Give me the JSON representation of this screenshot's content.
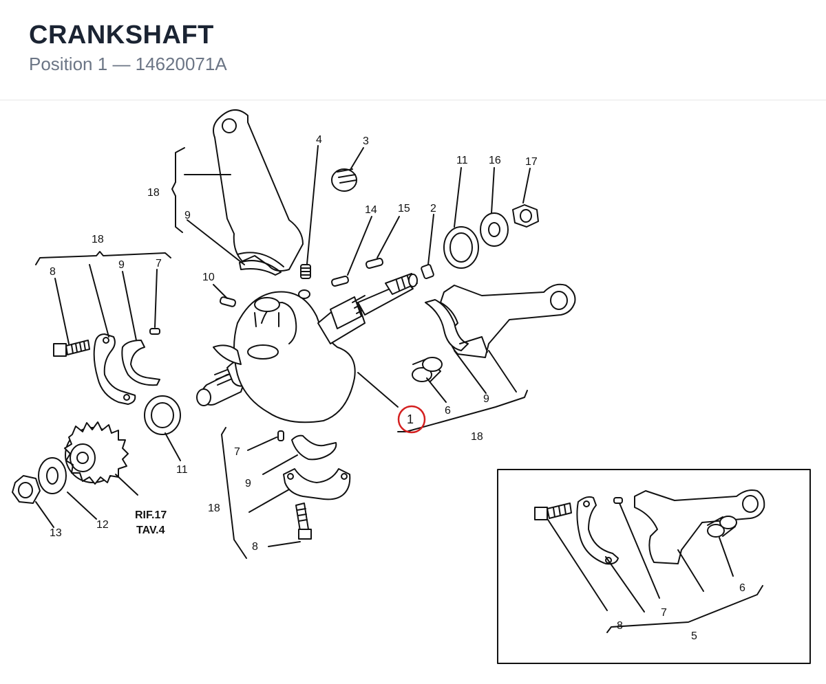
{
  "header": {
    "title": "CRANKSHAFT",
    "subtitle_prefix": "Position",
    "position": "1",
    "separator": "—",
    "part_number": "14620071A"
  },
  "diagram": {
    "highlight_color": "#d42020",
    "highlighted_callout": "1",
    "callouts": {
      "c18_top": "18",
      "c9_top": "9",
      "c4": "4",
      "c3": "3",
      "c14": "14",
      "c15": "15",
      "c2": "2",
      "c11_top": "11",
      "c16": "16",
      "c17": "17",
      "c18_left": "18",
      "c8_left": "8",
      "c9_left": "9",
      "c7_left": "7",
      "c10": "10",
      "c11_bottom": "11",
      "c13": "13",
      "c12": "12",
      "ref_line1": "RIF.17",
      "ref_line2": "TAV.4",
      "c7_mid": "7",
      "c9_mid": "9",
      "c18_mid": "18",
      "c8_mid": "8",
      "c1": "1",
      "c6": "6",
      "c9_right": "9",
      "c18_right": "18"
    },
    "inset": {
      "c8": "8",
      "c7": "7",
      "c6": "6",
      "c5": "5"
    }
  }
}
